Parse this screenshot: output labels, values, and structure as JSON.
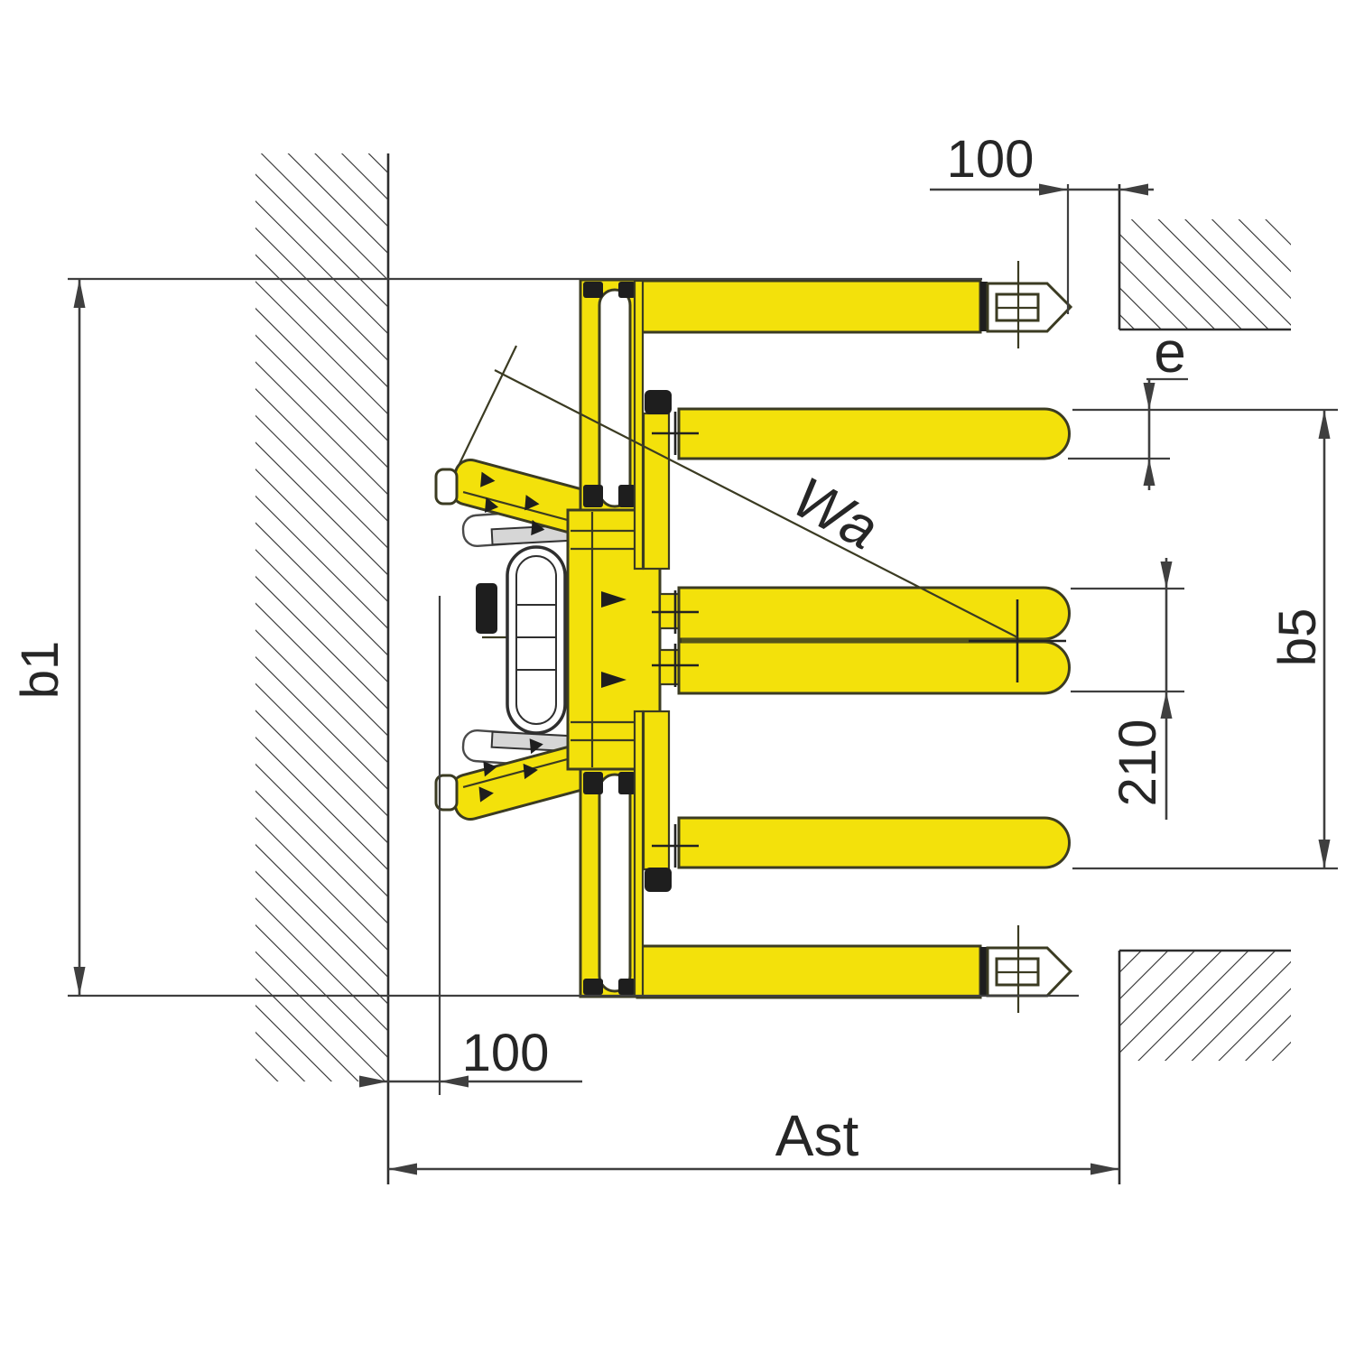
{
  "drawing": {
    "labels": {
      "b1": "b1",
      "b5": "b5",
      "e": "e",
      "wa": "Wa",
      "ast": "Ast",
      "top_clearance": "100",
      "rear_clearance": "100",
      "fork_pair_width": "210"
    },
    "colors": {
      "machine_yellow": "#f3e10b",
      "machine_outline": "#3b3b22",
      "dim_line": "#3f3f3f",
      "label_text": "#262626",
      "hatch_line": "#2d2d2d",
      "dark_part": "#1e1e1e",
      "plate_gray": "#d6d6d6",
      "canvas_bg": "#ffffff"
    }
  }
}
